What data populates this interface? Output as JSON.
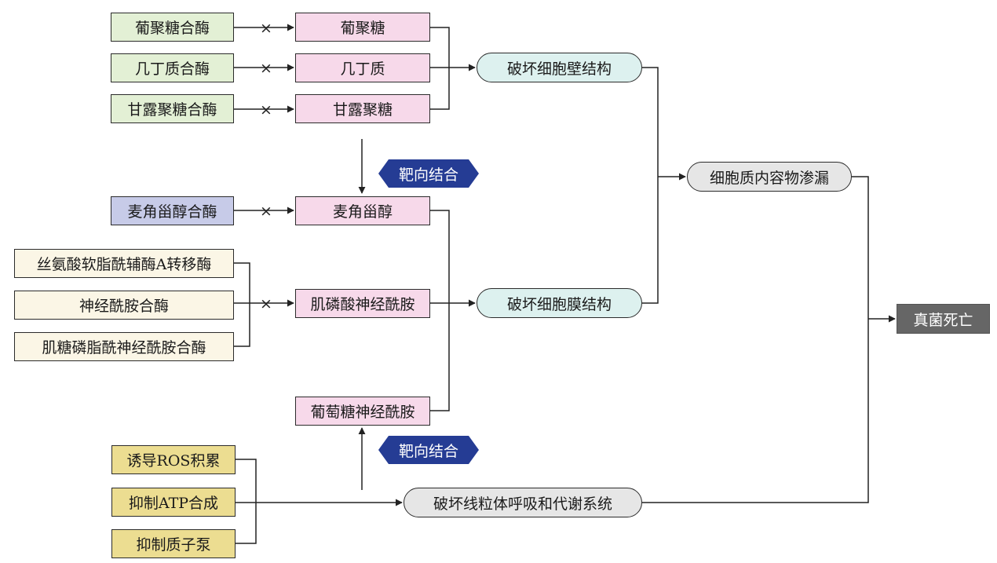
{
  "enzymes": {
    "glucan_synthase": "葡聚糖合酶",
    "chitin_synthase": "几丁质合酶",
    "mannan_synthase": "甘露聚糖合酶",
    "ergosterol_synthase": "麦角甾醇合酶",
    "serine_palmitoyl_transferase": "丝氨酸软脂酰辅酶A转移酶",
    "ceramide_synthase": "神经酰胺合酶",
    "ipc_synthase": "肌糖磷脂酰神经酰胺合酶"
  },
  "products": {
    "glucan": "葡聚糖",
    "chitin": "几丁质",
    "mannan": "甘露聚糖",
    "ergosterol": "麦角甾醇",
    "inositol_phosphoceramide": "肌磷酸神经酰胺",
    "glucosylceramide": "葡萄糖神经酰胺"
  },
  "mito_effects": {
    "ros": "诱导ROS积累",
    "atp": "抑制ATP合成",
    "proton_pump": "抑制质子泵"
  },
  "outcomes": {
    "cell_wall": "破坏细胞壁结构",
    "cell_membrane": "破坏细胞膜结构",
    "mitochondria": "破坏线粒体呼吸和代谢系统",
    "leakage": "细胞质内容物渗漏",
    "death": "真菌死亡"
  },
  "tags": {
    "target_binding_upper": "靶向结合",
    "target_binding_lower": "靶向结合"
  },
  "inhibition_mark": "×",
  "colors": {
    "enzyme_wall": "#e3f0d5",
    "product": "#f7d9ea",
    "enzyme_sterol": "#c7cbe8",
    "enzyme_sphingolipid": "#fbf6e6",
    "mito_effect": "#ecdd91",
    "outcome_structure": "#ddf1ef",
    "outcome_other": "#e6e6e6",
    "death": "#666666",
    "tag": "#253c94"
  }
}
